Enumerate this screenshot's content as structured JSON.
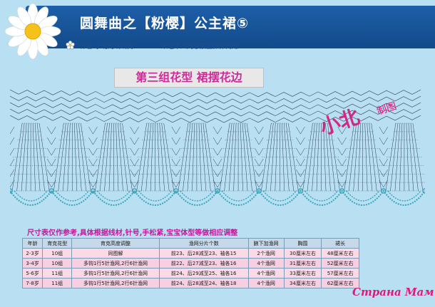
{
  "header": {
    "title": "圆舞曲之【粉樱】公主裙⑤",
    "author": "作者:小北的线线窝",
    "notice": "未经本人同意禁止操作商用"
  },
  "section": {
    "heading": "第三组花型  裙摆花边"
  },
  "watermark": {
    "text": "小北",
    "sub": "制图"
  },
  "note": "尺寸表仅作参考,具体根据线材,针号,手松紧,宝宝体型等做相应调整",
  "table": {
    "headers": [
      "年龄",
      "育克花型",
      "育克高度调整",
      "渔网分片个数",
      "腋下加渔网",
      "胸围",
      "裙长"
    ],
    "rows": [
      [
        "2-3岁",
        "10组",
        "同图解",
        "前23、后28减至23、袖各15",
        "2个渔网",
        "30厘米左右",
        "48厘米左右"
      ],
      [
        "3-4岁",
        "10组",
        "多钩1行5针渔网,2行6针渔网",
        "前22、后27减至23、袖各16",
        "4个渔网",
        "31厘米左右",
        "52厘米左右"
      ],
      [
        "5-6岁",
        "11组",
        "多钩1行5针渔网,2行6针渔网",
        "前24、后29减至25、袖各16",
        "4个渔网",
        "33厘米左右",
        "57厘米左右"
      ],
      [
        "7-8岁",
        "11组",
        "多钩1行5针渔网,2行6针渔网",
        "前24、后28减至24、袖各18",
        "4个渔网",
        "34厘米左右",
        "62厘米左右"
      ]
    ]
  },
  "logo": "Страна Мам",
  "colors": {
    "background": "#b9dff3",
    "title_bar": "#1d5fa8",
    "heading_text": "#d12a9a",
    "chart_line": "#2b3f55",
    "edging": "#39a6b8",
    "table_header": "#c6d9ea",
    "table_cell": "#fcd9e6"
  }
}
